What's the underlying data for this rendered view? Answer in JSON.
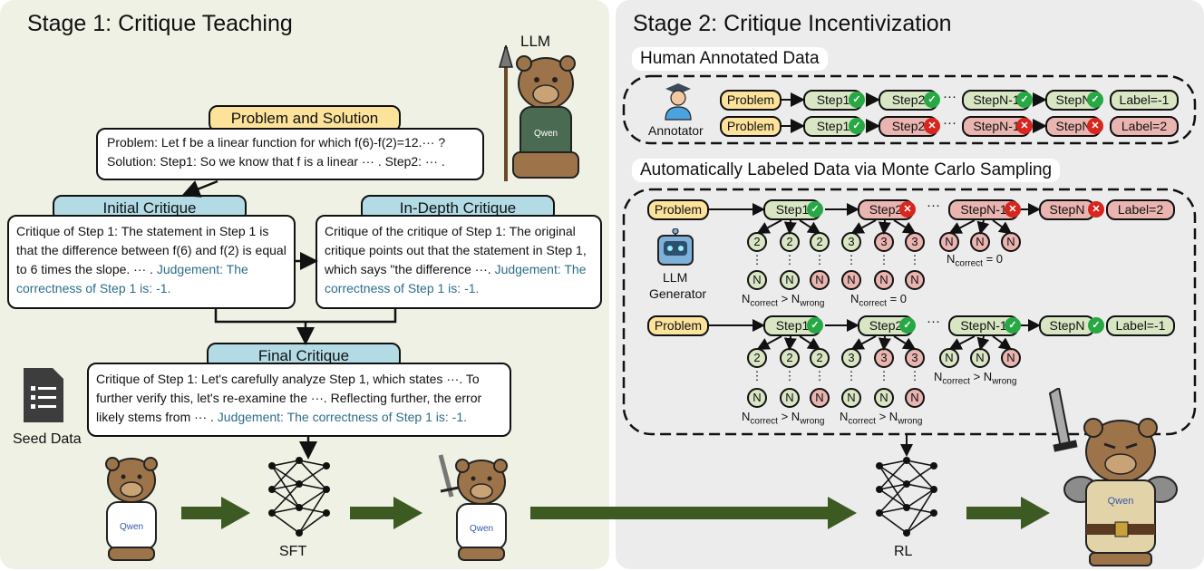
{
  "stage1": {
    "title": "Stage 1: Critique Teaching",
    "llm_label": "LLM",
    "problem_pill": "Problem and Solution",
    "problem_line": "Problem: Let f be a linear function for which f(6)-f(2)=12.··· ?",
    "solution_line": "Solution: Step1: So we know that f is a linear ··· . Step2: ··· .",
    "initial_title": "Initial Critique",
    "initial_text": "Critique of Step 1: The statement in Step 1 is that the difference between f(6) and f(2) is equal to 6 times the slope. ··· .",
    "initial_judge": "Judgement: The correctness of Step 1 is: -1.",
    "indepth_title": "In-Depth Critique",
    "indepth_text": "Critique of the critique of Step 1: The original critique points out that the statement in Step 1, which says \"the difference ···.",
    "indepth_judge": "Judgement: The correctness of Step 1 is: -1.",
    "final_title": "Final Critique",
    "final_text": "Critique of Step 1: Let's carefully analyze Step 1, which states ···. To further verify this, let's re-examine the ···. Reflecting further, the error likely stems from ··· .",
    "final_judge": "Judgement: The correctness of Step 1 is: -1.",
    "seed_label": "Seed Data",
    "sft_label": "SFT"
  },
  "stage2": {
    "title": "Stage 2: Critique Incentivization",
    "human_title": "Human Annotated Data",
    "annotator_label": "Annotator",
    "auto_title": "Automatically Labeled Data via Monte Carlo Sampling",
    "llm_gen_line1": "LLM",
    "llm_gen_line2": "Generator",
    "rl_label": "RL",
    "problem": "Problem",
    "step1": "Step1",
    "step2": "Step2",
    "stepn1": "StepN-1",
    "stepn": "StepN",
    "label_neg": "Label=-1",
    "label_two": "Label=2",
    "ellipsis": "···",
    "n_correct": "N",
    "sub_correct": "correct",
    "sub_wrong": "wrong",
    "gt": ">",
    "eq_zero": "= 0",
    "circ_2": "2",
    "circ_3": "3",
    "circ_n": "N"
  },
  "colors": {
    "stage1_bg": "#eef1e4",
    "stage2_bg": "#ececec",
    "arrow_green": "#3d5a22",
    "pill_yellow": "#fce29b",
    "pill_blue": "#b2dbe5",
    "node_green": "#d8e6c4",
    "node_red": "#eab4b0",
    "judge_text": "#2b6d8a"
  },
  "icons": [
    "check-icon",
    "cross-icon",
    "bear-mascot",
    "document-icon",
    "neural-network-icon",
    "robot-icon",
    "annotator-icon",
    "spear-icon",
    "sword-icon"
  ]
}
